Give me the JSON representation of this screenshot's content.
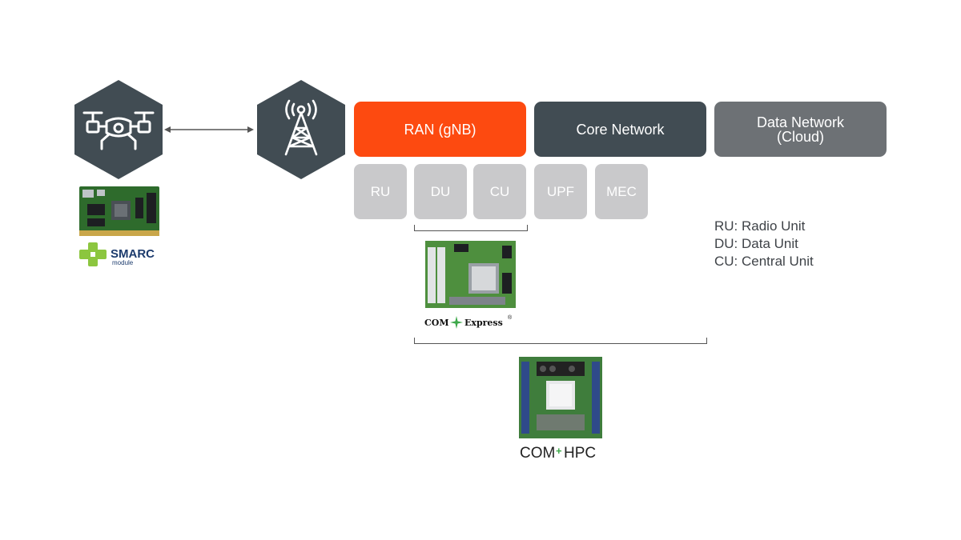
{
  "colors": {
    "hex_fill": "#414c53",
    "ran_fill": "#fd4a10",
    "core_fill": "#414c53",
    "data_fill": "#6d7175",
    "sub_fill": "#c9c9cb",
    "smarc_green": "#8cc63f",
    "smarc_navy": "#1c3b6d"
  },
  "icons": {
    "drone": "drone-icon",
    "tower": "cell-tower-icon",
    "arrow": "double-arrow-icon"
  },
  "network": {
    "ran": "RAN (gNB)",
    "core": "Core Network",
    "data_line1": "Data Network",
    "data_line2": "(Cloud)"
  },
  "units": [
    "RU",
    "DU",
    "CU",
    "UPF",
    "MEC"
  ],
  "legend": [
    "RU: Radio Unit",
    "DU: Data Unit",
    "CU: Central Unit"
  ],
  "logos": {
    "smarc_title": "SMARC",
    "smarc_sub": "module",
    "comexpress_left": "COM",
    "comexpress_right": "Express",
    "comexpress_mark": "®",
    "comhpc_left": "COM",
    "comhpc_plus": "+",
    "comhpc_right": "HPC"
  }
}
